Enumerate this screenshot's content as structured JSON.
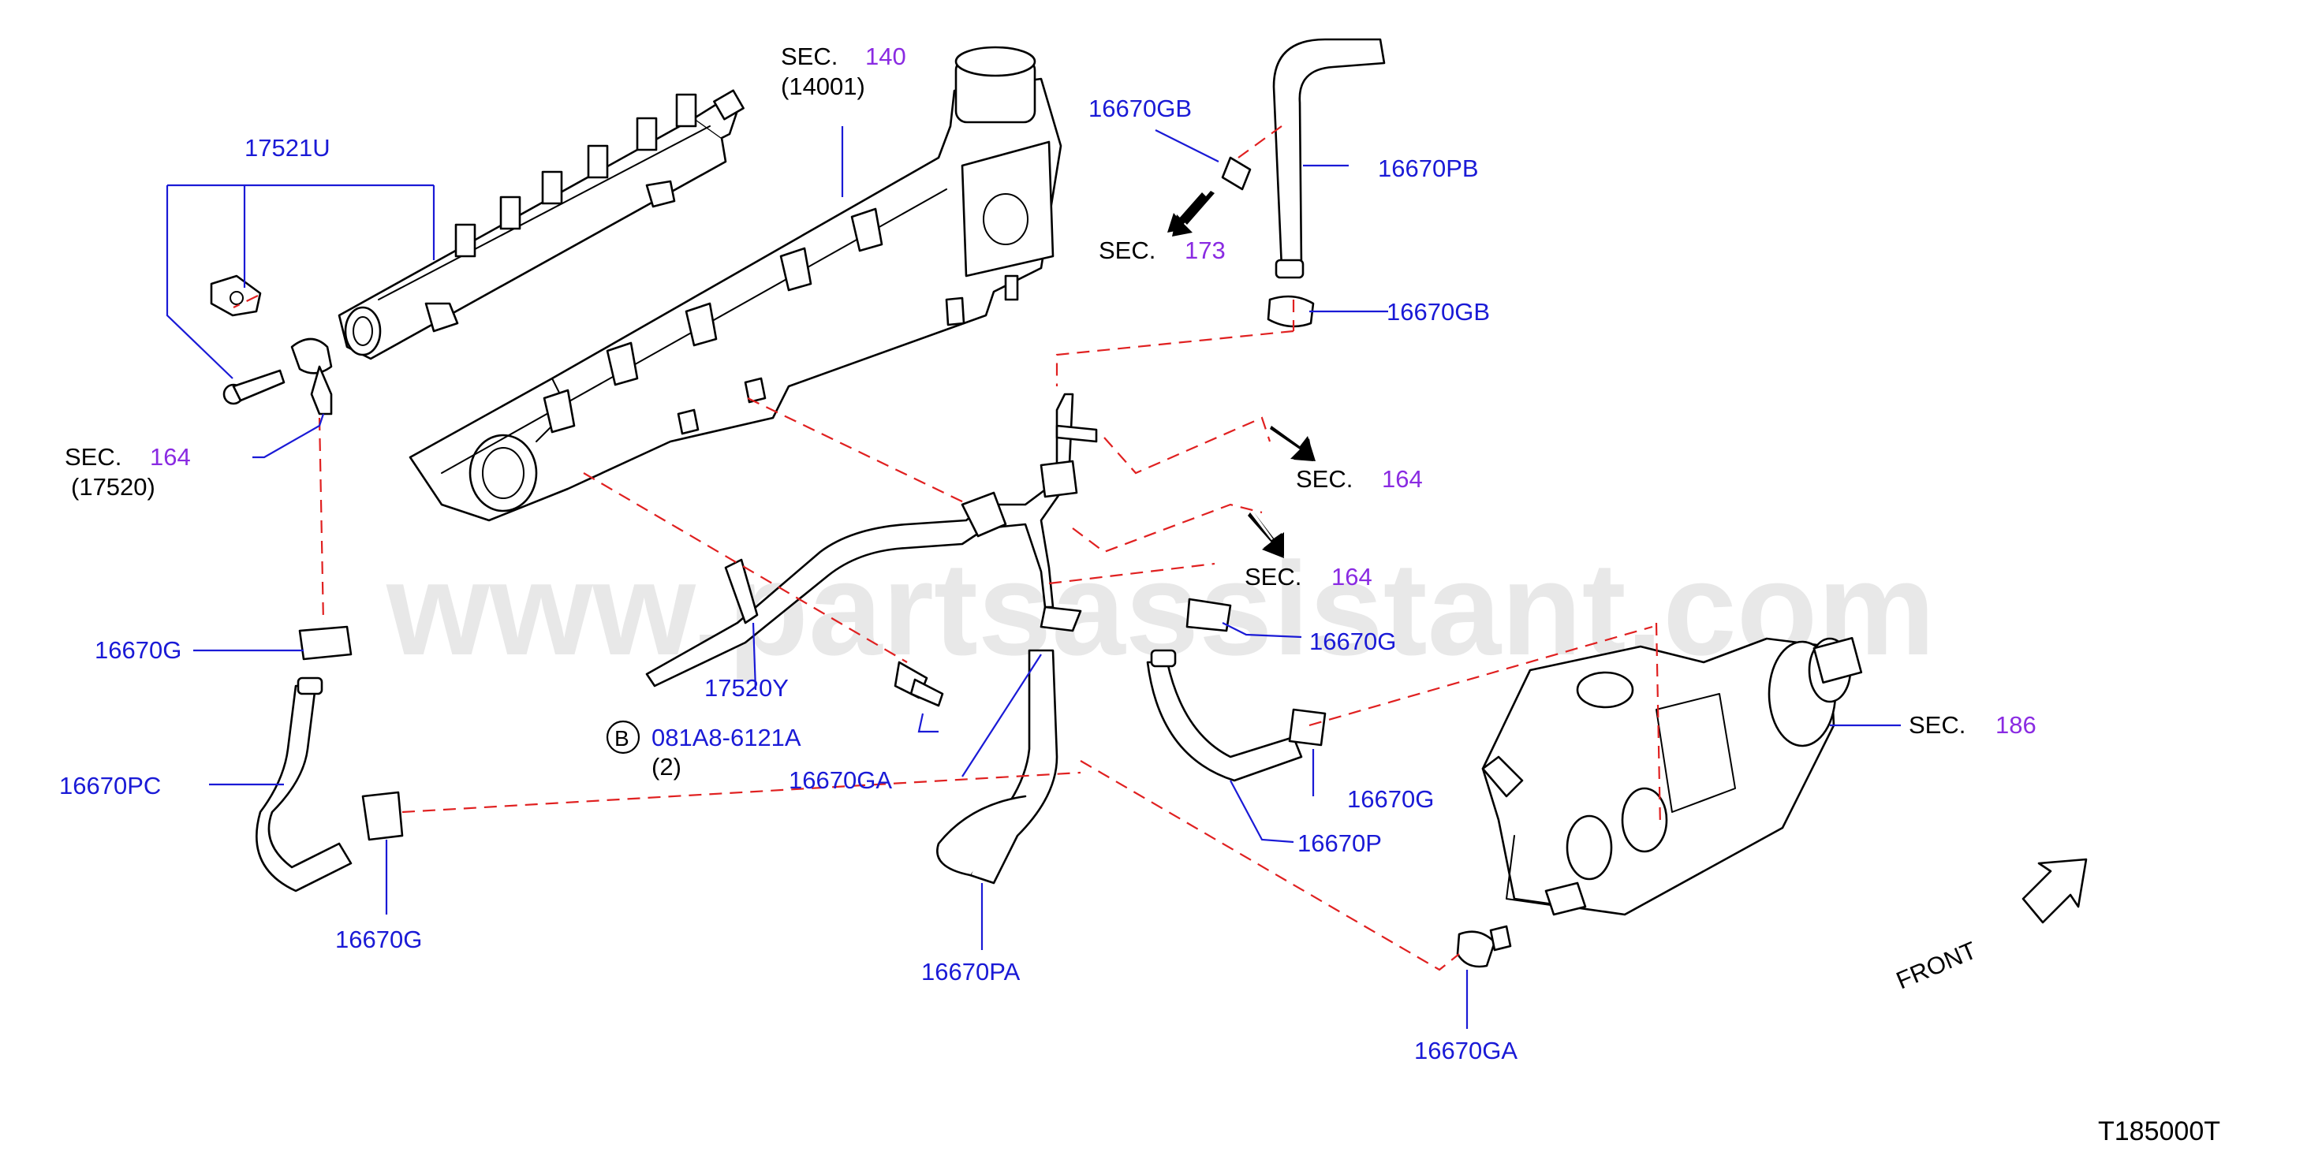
{
  "watermark": "www.partsassistant.com",
  "diagram_code": "T185000T",
  "front_label": "FRONT",
  "callouts": {
    "sec140": {
      "prefix": "SEC.",
      "num": "140",
      "sub": "(14001)"
    },
    "p17521U": "17521U",
    "sec164_left": {
      "prefix": "SEC.",
      "num": "164",
      "sub": "(17520)"
    },
    "p16670GB_top": "16670GB",
    "p16670PB": "16670PB",
    "sec173": {
      "prefix": "SEC.",
      "num": "173"
    },
    "p16670GB_mid": "16670GB",
    "sec164_a": {
      "prefix": "SEC.",
      "num": "164"
    },
    "sec164_b": {
      "prefix": "SEC.",
      "num": "164"
    },
    "p16670G_left": "16670G",
    "p17520Y": "17520Y",
    "bolt_circle": "B",
    "bolt_part": "081A8-6121A",
    "bolt_qty": "(2)",
    "p16670GA_mid": "16670GA",
    "p16670G_mid": "16670G",
    "sec186": {
      "prefix": "SEC.",
      "num": "186"
    },
    "p16670PC": "16670PC",
    "p16670G_right": "16670G",
    "p16670P": "16670P",
    "p16670G_bottom": "16670G",
    "p16670PA": "16670PA",
    "p16670GA_bottom": "16670GA"
  },
  "colors": {
    "part_number": "#1a1ad6",
    "section_ref": "#8a2be2",
    "dash_line": "#e02020"
  }
}
